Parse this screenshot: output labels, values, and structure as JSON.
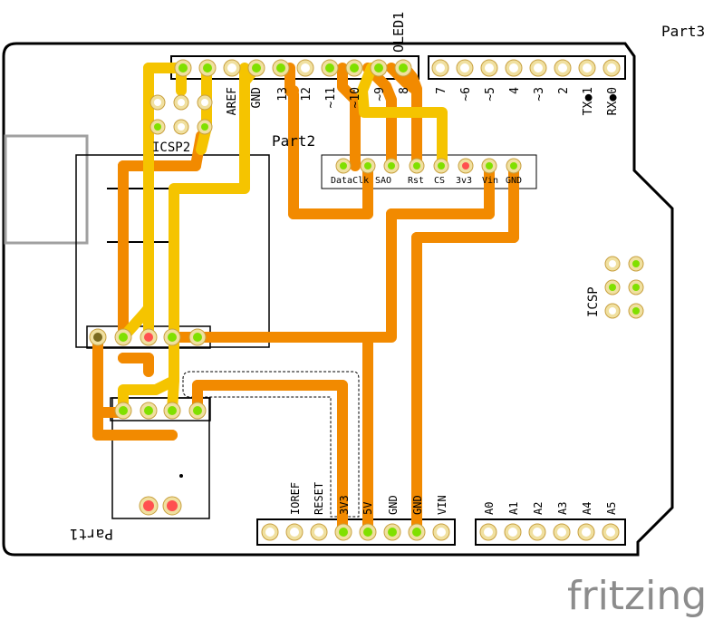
{
  "labels": {
    "part1": "Part1",
    "part2": "Part2",
    "part3": "Part3",
    "oled": "OLED1",
    "icsp": "ICSP",
    "icsp2": "ICSP2",
    "watermark": "fritzing"
  },
  "top_header_labels": [
    "AREF",
    "GND",
    "13",
    "12",
    "~11",
    "~10",
    "~9",
    "8",
    "7",
    "~6",
    "~5",
    "4",
    "~3",
    "2",
    "TX●1",
    "RX●0"
  ],
  "bottom_header_labels": [
    "IOREF",
    "RESET",
    "3V3",
    "5V",
    "GND",
    "GND",
    "VIN",
    "A0",
    "A1",
    "A2",
    "A3",
    "A4",
    "A5"
  ],
  "oled_pin_labels": [
    "DataClk",
    "SAO",
    "Rst",
    "CS",
    "3v3",
    "Vin",
    "GND"
  ],
  "colors": {
    "board_outline": "#000000",
    "trace_orange": "#f28a00",
    "trace_yellow": "#f5c400",
    "pad_ring": "#f0e0a0",
    "pad_green": "#80e000",
    "pad_red": "#ff5050",
    "usb_gray": "#a0a0a0",
    "watermark_gray": "#8c8c8c"
  }
}
